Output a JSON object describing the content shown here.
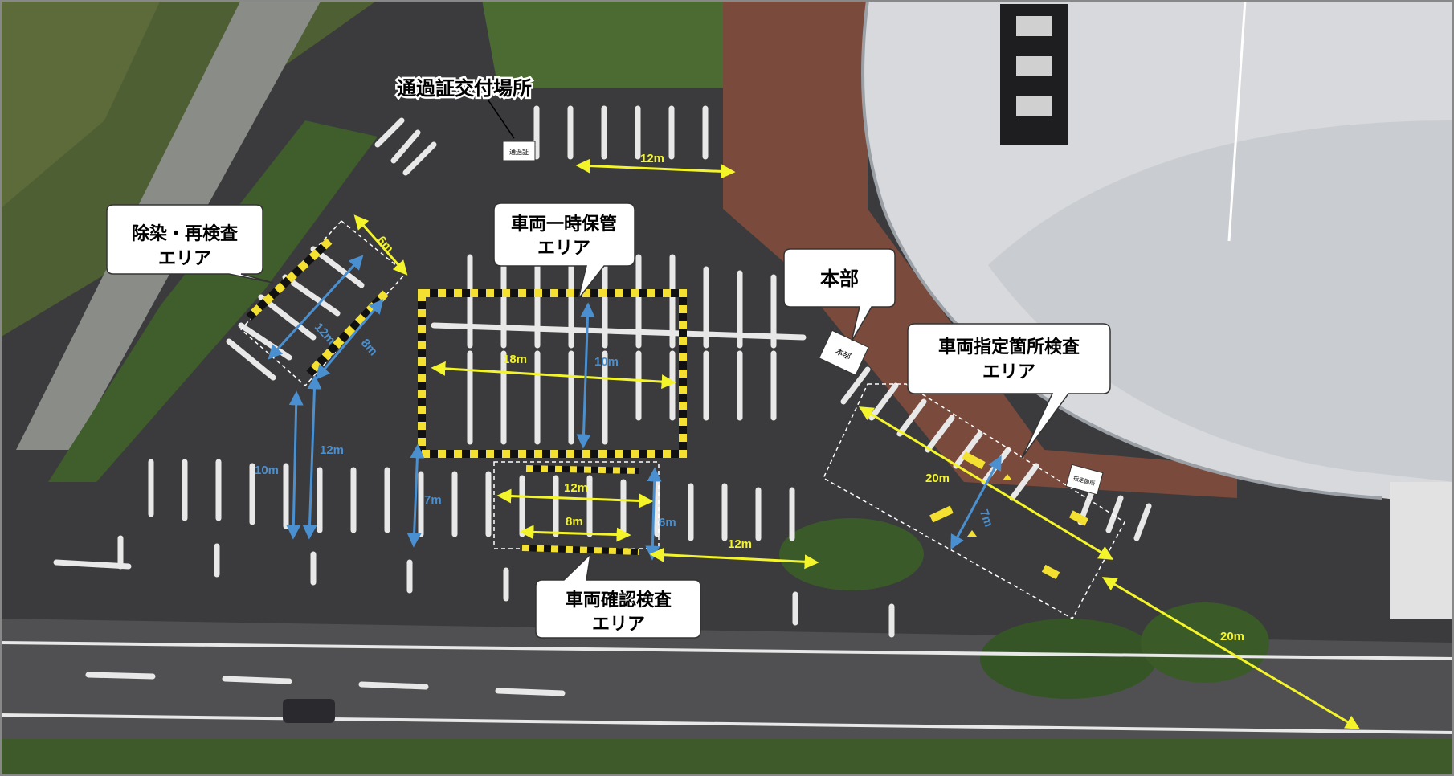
{
  "colors": {
    "accent_yellow": "#f4f42a",
    "accent_blue": "#4a90d0",
    "hazard_black": "#111111",
    "asphalt": "#3b3b3d",
    "grass": "#4c6b32",
    "roof": "#d7d9dc",
    "brick": "#7a4a3c"
  },
  "callouts": {
    "pass_issue": "通過証交付場所",
    "decon_line1": "除染・再検査",
    "decon_line2": "エリア",
    "temp_storage_line1": "車両一時保管",
    "temp_storage_line2": "エリア",
    "hq": "本部",
    "designated_line1": "車両指定箇所検査",
    "designated_line2": "エリア",
    "vehicle_check_line1": "車両確認検査",
    "vehicle_check_line2": "エリア"
  },
  "signs": {
    "hq_sign": "本部",
    "small_sign_top": "通過証",
    "small_sign_right": "指定箇所"
  },
  "measurements": {
    "m_12_top": "12m",
    "m_6_decon": "6m",
    "m_12_decon": "12m",
    "m_8_decon": "8m",
    "m_18_storage": "18m",
    "m_10_storage": "10m",
    "m_10_left": "10m",
    "m_12_left": "12m",
    "m_7_left": "7m",
    "m_12_check": "12m",
    "m_8_check": "8m",
    "m_6_check": "6m",
    "m_12_road": "12m",
    "m_20_designated": "20m",
    "m_7_designated": "7m",
    "m_20_road": "20m"
  }
}
